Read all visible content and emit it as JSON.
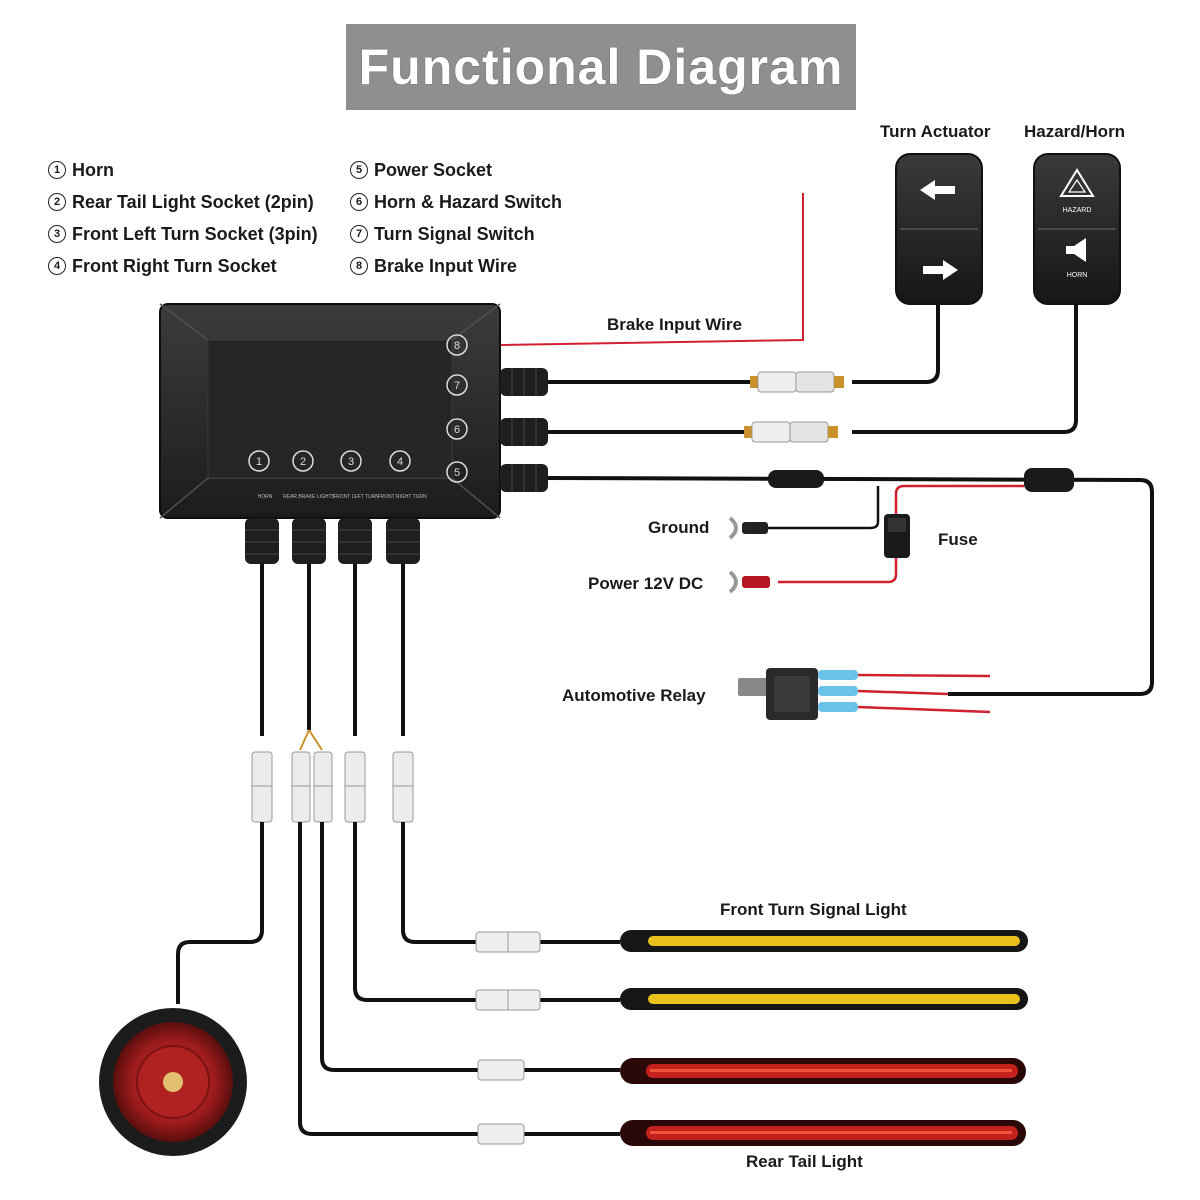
{
  "title": "Functional Diagram",
  "legend_left": [
    {
      "num": "1",
      "text": "Horn"
    },
    {
      "num": "2",
      "text": "Rear Tail Light Socket (2pin)"
    },
    {
      "num": "3",
      "text": "Front Left Turn Socket (3pin)"
    },
    {
      "num": "4",
      "text": "Front Right Turn Socket"
    }
  ],
  "legend_right": [
    {
      "num": "5",
      "text": "Power Socket"
    },
    {
      "num": "6",
      "text": "Horn & Hazard Switch"
    },
    {
      "num": "7",
      "text": "Turn Signal Switch"
    },
    {
      "num": "8",
      "text": "Brake Input Wire"
    }
  ],
  "switches": {
    "turn": {
      "label": "Turn Actuator"
    },
    "hazard": {
      "label": "Hazard/Horn",
      "hazard_text": "HAZARD",
      "horn_text": "HORN"
    }
  },
  "box": {
    "bottom_ports": [
      "1",
      "2",
      "3",
      "4"
    ],
    "bottom_port_labels": [
      "HORN",
      "REAR BRAKE LIGHTS",
      "FRONT LEFT TURN",
      "FRONT RIGHT TURN"
    ],
    "side_ports": [
      "8",
      "7",
      "6",
      "5"
    ]
  },
  "labels": {
    "brake_input": "Brake Input Wire",
    "ground": "Ground",
    "fuse": "Fuse",
    "power": "Power 12V DC",
    "relay": "Automotive Relay",
    "front_turn": "Front Turn Signal Light",
    "rear_tail": "Rear Tail Light"
  },
  "colors": {
    "wire": "#111111",
    "red_wire": "#d2202f",
    "amber_strip": "#e8c21a",
    "red_strip": "#c3211c",
    "box": "#2b2b2b",
    "title_bg": "#8f8f8f"
  }
}
